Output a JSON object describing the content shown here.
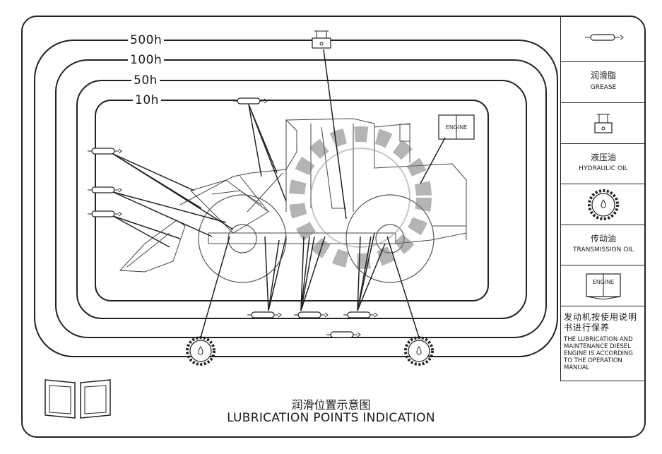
{
  "intervals": [
    "500h",
    "100h",
    "50h",
    "10h"
  ],
  "legend": {
    "grease_zh": "润滑脂",
    "grease_en": "GREASE",
    "hydraulic_zh": "液压油",
    "hydraulic_en": "HYDRAULIC OIL",
    "transmission_zh": "传动油",
    "transmission_en": "TRANSMISSION OIL",
    "engine_label": "ENGINE",
    "engine_note_zh": "发动机按使用说明书进行保养",
    "engine_note_en": "THE LUBRICATION AND MAINTENANCE DIESEL ENGINE IS ACCORDING TO THE OPERATION MANUAL"
  },
  "diagram": {
    "engine_tag": "ENGINE"
  },
  "title": {
    "zh": "润滑位置示意图",
    "en": "LUBRICATION POINTS INDICATION"
  }
}
